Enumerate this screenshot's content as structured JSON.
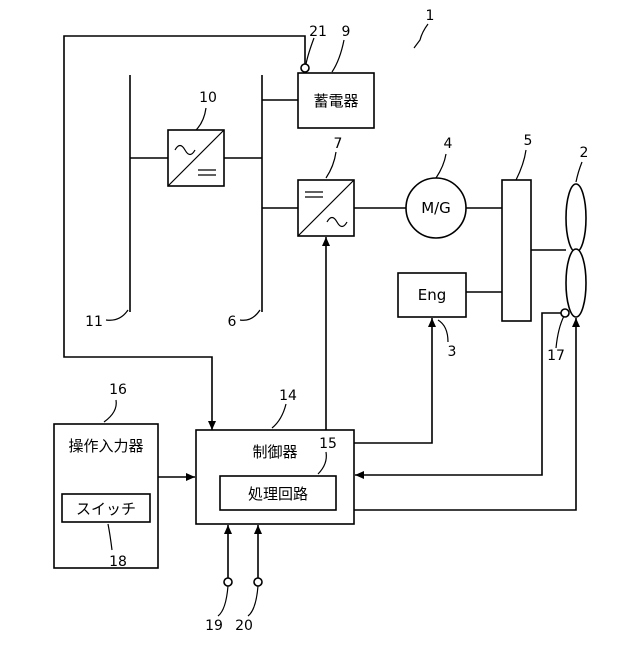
{
  "labels": {
    "battery": "蓄電器",
    "motor_generator": "M/G",
    "engine": "Eng",
    "controller": "制御器",
    "processing_circuit": "処理回路",
    "operation_input": "操作入力器",
    "switch": "スイッチ"
  },
  "ref_numerals": {
    "system": "1",
    "wheel": "2",
    "engine": "3",
    "motor_generator": "4",
    "transmission": "5",
    "bus6": "6",
    "inverter7": "7",
    "battery": "9",
    "converter10": "10",
    "bus11": "11",
    "controller": "14",
    "processing_circuit": "15",
    "operation_input": "16",
    "sensor17": "17",
    "switch": "18",
    "sensor19": "19",
    "sensor20": "20",
    "sensor21": "21"
  }
}
